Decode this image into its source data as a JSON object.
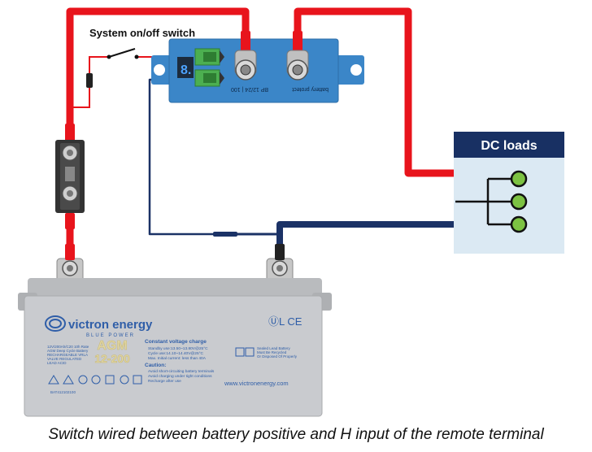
{
  "labels": {
    "switch": "System on/off switch",
    "dc_loads": "DC loads",
    "bp_model": "BP 12/24 | 100",
    "bp_name": "battery protect",
    "display": "8."
  },
  "battery": {
    "brand": "victron energy",
    "tagline": "BLUE POWER",
    "model": "AGM",
    "capacity": "12-200",
    "spec_title": "Constant voltage charge",
    "spec_lines": [
      "Standby use:13.50~13.80V@25°C",
      "Cycle use:14.10~14.40V@25°C",
      "Max. Initial current: less than 40A"
    ],
    "caution_title": "Caution:",
    "caution_lines": [
      "Avoid short-circuiting battery terminals",
      "Avoid charging under tight conditions",
      "Recharge after use"
    ],
    "left_text": [
      "12V/200Ah/C20 10h Rate",
      "AGM Deep Cycle Battery",
      "RECHARGEABLE VRLA",
      "VALVE REGULATED",
      "LEAD ACID"
    ],
    "right_text": [
      "Sealed Lead Battery",
      "Must Be Recycled",
      "Or Disposed Of Properly"
    ],
    "cert": "ⓊL CE",
    "website": "www.victronenergy.com",
    "part_no": "BAT412102100"
  },
  "caption": "Switch wired between battery positive and H input of the remote terminal",
  "colors": {
    "red_wire": "#e8141c",
    "blue_wire": "#1b3266",
    "bp_body": "#3b86c8",
    "terminal_green": "#4caf50",
    "loads_box": "#dbe9f3",
    "loads_header": "#183063",
    "load_node": "#7cc242",
    "battery_body": "#c9cbcf"
  }
}
